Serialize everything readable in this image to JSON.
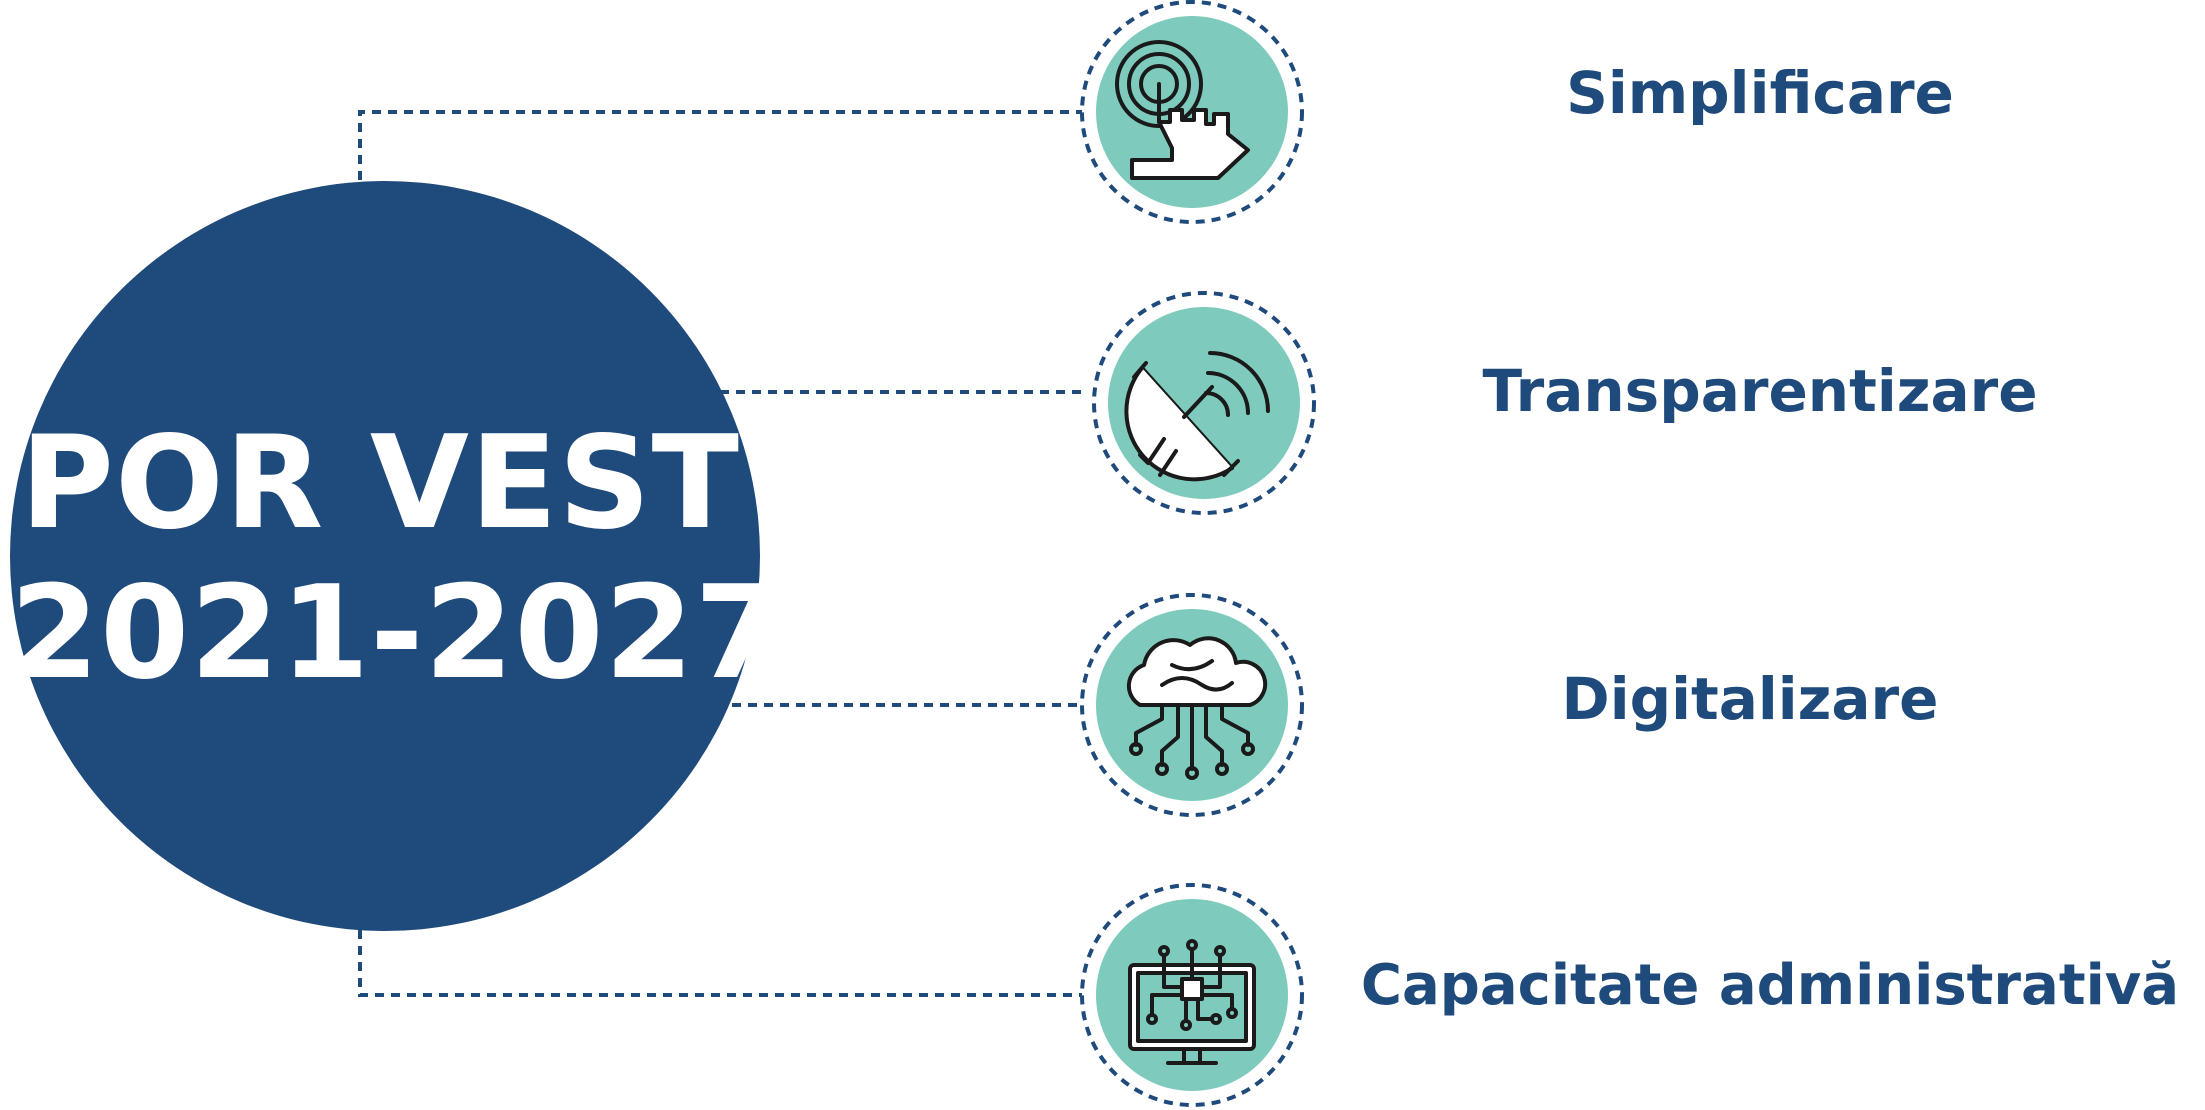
{
  "hub": {
    "title_line1": "POR VEST",
    "title_line2": "2021-2027"
  },
  "pillars": [
    {
      "label": "Simplificare",
      "icon": "touch-hand-icon"
    },
    {
      "label": "Transparentizare",
      "icon": "satellite-dish-icon"
    },
    {
      "label": "Digitalizare",
      "icon": "cloud-circuit-icon"
    },
    {
      "label": "Capacitate administrativă",
      "icon": "monitor-circuit-icon"
    }
  ],
  "colors": {
    "hub": "#1f4a7c",
    "icon_fill": "#7ecbbd",
    "label_text": "#1f4a7c",
    "connector": "#1f4a7c"
  }
}
